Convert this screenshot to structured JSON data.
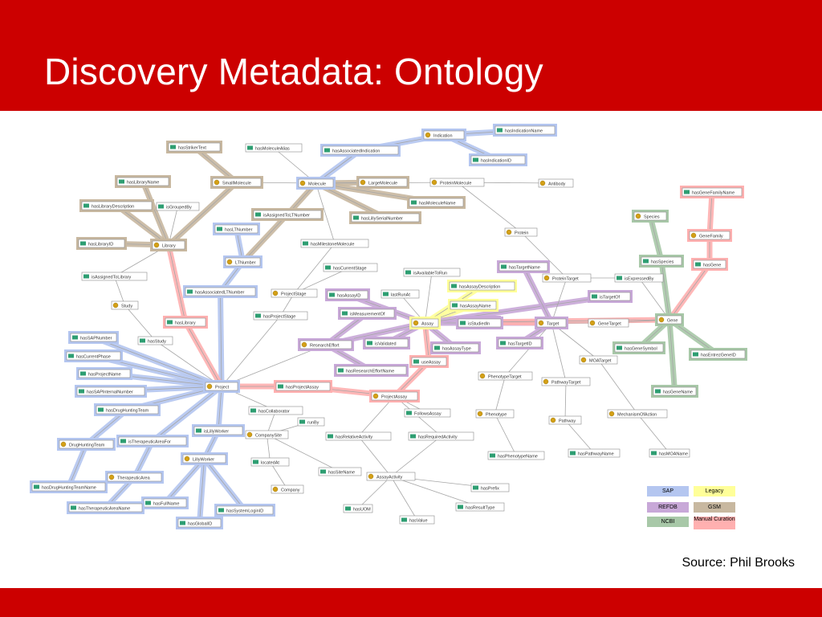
{
  "slide": {
    "title": "Discovery Metadata: Ontology",
    "source": "Source: Phil Brooks"
  },
  "colors": {
    "header": "#cc0000",
    "sap": "#b4c6f0",
    "legacy": "#ffff99",
    "refdb": "#c8a8d8",
    "gsm": "#c8b8a0",
    "ncbi": "#a8c8a8",
    "manual": "#ffb0b0"
  },
  "legend": [
    {
      "label": "SAP",
      "color": "#b4c6f0"
    },
    {
      "label": "Legacy",
      "color": "#ffff99"
    },
    {
      "label": "REFDB",
      "color": "#c8a8d8"
    },
    {
      "label": "GSM",
      "color": "#c8b8a0"
    },
    {
      "label": "NCBI",
      "color": "#a8c8a8"
    },
    {
      "label": "Manual Curation",
      "color": "#ffb0b0"
    }
  ],
  "nodes": [
    {
      "id": "hasIndicationName",
      "label": "hasIndicationName",
      "type": "prop",
      "src": "sap"
    },
    {
      "id": "Indication",
      "label": "Indication",
      "type": "class",
      "src": "sap"
    },
    {
      "id": "hasIndicationID",
      "label": "hasIndicationID",
      "type": "prop",
      "src": "sap"
    },
    {
      "id": "hasAssociatedIndication",
      "label": "hasAssociatedIndication",
      "type": "prop",
      "src": "sap"
    },
    {
      "id": "hasMoleculeAlias",
      "label": "hasMoleculeAlias",
      "type": "prop",
      "src": ""
    },
    {
      "id": "hasStrikerText",
      "label": "hasStrikerText",
      "type": "prop",
      "src": "gsm"
    },
    {
      "id": "SmallMolecule",
      "label": "SmallMolecule",
      "type": "class",
      "src": "gsm"
    },
    {
      "id": "Molecule",
      "label": "Molecule",
      "type": "class",
      "src": "sap"
    },
    {
      "id": "LargeMolecule",
      "label": "LargeMolecule",
      "type": "class",
      "src": "gsm"
    },
    {
      "id": "ProteinMolecule",
      "label": "ProteinMolecule",
      "type": "class",
      "src": ""
    },
    {
      "id": "Antibody",
      "label": "Antibody",
      "type": "class",
      "src": ""
    },
    {
      "id": "hasMoleculeName",
      "label": "hasMoleculeName",
      "type": "prop",
      "src": "gsm"
    },
    {
      "id": "hasLibraryName",
      "label": "hasLibraryName",
      "type": "prop",
      "src": "gsm"
    },
    {
      "id": "hasLibraryDescription",
      "label": "hasLibraryDescription",
      "type": "prop",
      "src": "gsm"
    },
    {
      "id": "isGroupedBy",
      "label": "isGroupedBy",
      "type": "prop",
      "src": ""
    },
    {
      "id": "isAssignedToLTNumber",
      "label": "isAssignedToLTNumber",
      "type": "prop",
      "src": "gsm"
    },
    {
      "id": "hasLillySerialNumber",
      "label": "hasLillySerialNumber",
      "type": "prop",
      "src": "gsm"
    },
    {
      "id": "hasLibraryID",
      "label": "hasLibraryID",
      "type": "prop",
      "src": "gsm"
    },
    {
      "id": "Library",
      "label": "Library",
      "type": "class",
      "src": "gsm"
    },
    {
      "id": "hasLTNumber",
      "label": "hasLTNumber",
      "type": "prop",
      "src": "sap"
    },
    {
      "id": "LTNumber",
      "label": "LTNumber",
      "type": "class",
      "src": "sap"
    },
    {
      "id": "hasMilestoneMolecule",
      "label": "hasMilestoneMolecule",
      "type": "prop",
      "src": ""
    },
    {
      "id": "Protein",
      "label": "Protein",
      "type": "class",
      "src": ""
    },
    {
      "id": "hasGeneFamilyName",
      "label": "hasGeneFamilyName",
      "type": "prop",
      "src": "manual"
    },
    {
      "id": "Species",
      "label": "Species",
      "type": "class",
      "src": "ncbi"
    },
    {
      "id": "GeneFamily",
      "label": "GeneFamily",
      "type": "class",
      "src": "manual"
    },
    {
      "id": "hasSpecies",
      "label": "hasSpecies",
      "type": "prop",
      "src": "ncbi"
    },
    {
      "id": "hasGene",
      "label": "hasGene",
      "type": "prop",
      "src": "manual"
    },
    {
      "id": "isAssignedToLibrary",
      "label": "isAssignedToLibrary",
      "type": "prop",
      "src": ""
    },
    {
      "id": "hasCurrentStage",
      "label": "hasCurrentStage",
      "type": "prop",
      "src": ""
    },
    {
      "id": "isAvailableToRun",
      "label": "isAvailableToRun",
      "type": "prop",
      "src": ""
    },
    {
      "id": "hasTargetName",
      "label": "hasTargetName",
      "type": "prop",
      "src": "refdb"
    },
    {
      "id": "ProteinTarget",
      "label": "ProteinTarget",
      "type": "class",
      "src": ""
    },
    {
      "id": "isExpressedBy",
      "label": "isExpressedBy",
      "type": "prop",
      "src": ""
    },
    {
      "id": "ProjectStage",
      "label": "ProjectStage",
      "type": "class",
      "src": ""
    },
    {
      "id": "hasAssociatedLTNumber",
      "label": "hasAssociatedLTNumber",
      "type": "prop",
      "src": "sap"
    },
    {
      "id": "hasAssayDescription",
      "label": "hasAssayDescription",
      "type": "prop",
      "src": "legacy"
    },
    {
      "id": "Study",
      "label": "Study",
      "type": "class",
      "src": ""
    },
    {
      "id": "hasAssayID",
      "label": "hasAssayID",
      "type": "prop",
      "src": "refdb"
    },
    {
      "id": "lastRunAt",
      "label": "lastRunAt",
      "type": "prop",
      "src": ""
    },
    {
      "id": "hasAssayName",
      "label": "hasAssayName",
      "type": "prop",
      "src": "legacy"
    },
    {
      "id": "isTargetOf",
      "label": "isTargetOf",
      "type": "prop",
      "src": "refdb"
    },
    {
      "id": "hasProjectStage",
      "label": "hasProjectStage",
      "type": "prop",
      "src": ""
    },
    {
      "id": "isUsedBy",
      "label": "isUsedBy",
      "type": "prop",
      "src": "refdb"
    },
    {
      "id": "isMeasurementOf",
      "label": "isMeasurementOf",
      "type": "prop",
      "src": "refdb"
    },
    {
      "id": "Assay",
      "label": "Assay",
      "type": "class",
      "src": "legacy"
    },
    {
      "id": "isStudiedIn",
      "label": "isStudiedIn",
      "type": "prop",
      "src": "refdb"
    },
    {
      "id": "Target",
      "label": "Target",
      "type": "class",
      "src": "refdb"
    },
    {
      "id": "GeneTarget",
      "label": "GeneTarget",
      "type": "class",
      "src": ""
    },
    {
      "id": "Gene",
      "label": "Gene",
      "type": "class",
      "src": "ncbi"
    },
    {
      "id": "hasLibrary",
      "label": "hasLibrary",
      "type": "prop",
      "src": "manual"
    },
    {
      "id": "hasSAPNumber",
      "label": "hasSAPNumber",
      "type": "prop",
      "src": "sap"
    },
    {
      "id": "hasStudy",
      "label": "hasStudy",
      "type": "prop",
      "src": ""
    },
    {
      "id": "ResearchEffort",
      "label": "ResearchEffort",
      "type": "class",
      "src": "refdb"
    },
    {
      "id": "isValidated",
      "label": "isValidated",
      "type": "prop",
      "src": "refdb"
    },
    {
      "id": "hasAssayType",
      "label": "hasAssayType",
      "type": "prop",
      "src": "refdb"
    },
    {
      "id": "hasTargetID",
      "label": "hasTargetID",
      "type": "prop",
      "src": "refdb"
    },
    {
      "id": "hasGeneSymbol",
      "label": "hasGeneSymbol",
      "type": "prop",
      "src": "ncbi"
    },
    {
      "id": "hasEntrezGeneID",
      "label": "hasEntrezGeneID",
      "type": "prop",
      "src": "ncbi"
    },
    {
      "id": "hasCurrentPhase",
      "label": "hasCurrentPhase",
      "type": "prop",
      "src": "sap"
    },
    {
      "id": "useAssay",
      "label": "useAssay",
      "type": "prop",
      "src": "manual"
    },
    {
      "id": "MOATarget",
      "label": "MOATarget",
      "type": "class",
      "src": ""
    },
    {
      "id": "hasResearchEffortName",
      "label": "hasResearchEffortName",
      "type": "prop",
      "src": "refdb"
    },
    {
      "id": "hasProjectName",
      "label": "hasProjectName",
      "type": "prop",
      "src": "sap"
    },
    {
      "id": "PhenotypeTarget",
      "label": "PhenotypeTarget",
      "type": "class",
      "src": ""
    },
    {
      "id": "PathwayTarget",
      "label": "PathwayTarget",
      "type": "class",
      "src": ""
    },
    {
      "id": "hasSAPInternalNumber",
      "label": "hasSAPInternalNumber",
      "type": "prop",
      "src": "sap"
    },
    {
      "id": "Project",
      "label": "Project",
      "type": "class",
      "src": "sap"
    },
    {
      "id": "hasProjectAssay",
      "label": "hasProjectAssay",
      "type": "prop",
      "src": "manual"
    },
    {
      "id": "ProjectAssay",
      "label": "ProjectAssay",
      "type": "class",
      "src": "manual"
    },
    {
      "id": "hasGeneName",
      "label": "hasGeneName",
      "type": "prop",
      "src": "ncbi"
    },
    {
      "id": "hasDrugHuntingTeam",
      "label": "hasDrugHuntingTeam",
      "type": "prop",
      "src": "sap"
    },
    {
      "id": "hasCollaborator",
      "label": "hasCollaborator",
      "type": "prop",
      "src": ""
    },
    {
      "id": "FollowsAssay",
      "label": "FollowsAssay",
      "type": "prop",
      "src": ""
    },
    {
      "id": "Phenotype",
      "label": "Phenotype",
      "type": "class",
      "src": ""
    },
    {
      "id": "MechanismOfAction",
      "label": "MechanismOfAction",
      "type": "class",
      "src": ""
    },
    {
      "id": "runBy",
      "label": "runBy",
      "type": "prop",
      "src": ""
    },
    {
      "id": "Pathway",
      "label": "Pathway",
      "type": "class",
      "src": ""
    },
    {
      "id": "isLillyWorker",
      "label": "isLillyWorker",
      "type": "prop",
      "src": "sap"
    },
    {
      "id": "CompanySite",
      "label": "CompanySite",
      "type": "class",
      "src": ""
    },
    {
      "id": "hasRelativeActivity",
      "label": "hasRelativeActivity",
      "type": "prop",
      "src": ""
    },
    {
      "id": "hasRequiredActivity",
      "label": "hasRequiredActivity",
      "type": "prop",
      "src": ""
    },
    {
      "id": "DrugHuntingTeam",
      "label": "DrugHuntingTeam",
      "type": "class",
      "src": "sap"
    },
    {
      "id": "isTherapeuticAreaFor",
      "label": "isTherapeuticAreaFor",
      "type": "prop",
      "src": "sap"
    },
    {
      "id": "locatedAt",
      "label": "locatedAt",
      "type": "prop",
      "src": ""
    },
    {
      "id": "hasPhenotypeName",
      "label": "hasPhenotypeName",
      "type": "prop",
      "src": ""
    },
    {
      "id": "hasPathwayName",
      "label": "hasPathwayName",
      "type": "prop",
      "src": ""
    },
    {
      "id": "hasMOAName",
      "label": "hasMOAName",
      "type": "prop",
      "src": ""
    },
    {
      "id": "LillyWorker",
      "label": "LillyWorker",
      "type": "class",
      "src": "sap"
    },
    {
      "id": "hasSiteName",
      "label": "hasSiteName",
      "type": "prop",
      "src": ""
    },
    {
      "id": "TherapeuticArea",
      "label": "TherapeuticArea",
      "type": "class",
      "src": "sap"
    },
    {
      "id": "AssayActivity",
      "label": "AssayActivity",
      "type": "class",
      "src": ""
    },
    {
      "id": "hasDrugHuntingTeamName",
      "label": "hasDrugHuntingTeamName",
      "type": "prop",
      "src": "sap"
    },
    {
      "id": "Company",
      "label": "Company",
      "type": "class",
      "src": ""
    },
    {
      "id": "hasPrefix",
      "label": "hasPrefix",
      "type": "prop",
      "src": ""
    },
    {
      "id": "hasFullName",
      "label": "hasFullName",
      "type": "prop",
      "src": "sap"
    },
    {
      "id": "hasTherapeuticAreaName",
      "label": "hasTherapeuticAreaName",
      "type": "prop",
      "src": "sap"
    },
    {
      "id": "hasSystemLoginID",
      "label": "hasSystemLoginID",
      "type": "prop",
      "src": "sap"
    },
    {
      "id": "hasUOM",
      "label": "hasUOM",
      "type": "prop",
      "src": ""
    },
    {
      "id": "hasResultType",
      "label": "hasResultType",
      "type": "prop",
      "src": ""
    },
    {
      "id": "hasValue",
      "label": "hasValue",
      "type": "prop",
      "src": ""
    },
    {
      "id": "hasGlobalID",
      "label": "hasGlobalID",
      "type": "prop",
      "src": "sap"
    }
  ],
  "edges": [
    [
      "Indication",
      "hasIndicationName",
      "sap"
    ],
    [
      "Indication",
      "hasIndicationID",
      "sap"
    ],
    [
      "Indication",
      "hasAssociatedIndication",
      "sap"
    ],
    [
      "hasAssociatedIndication",
      "Molecule",
      "sap"
    ],
    [
      "Molecule",
      "hasMoleculeAlias",
      ""
    ],
    [
      "Molecule",
      "SmallMolecule",
      ""
    ],
    [
      "Molecule",
      "LargeMolecule",
      "gsm"
    ],
    [
      "Molecule",
      "ProteinMolecule",
      ""
    ],
    [
      "ProteinMolecule",
      "Antibody",
      ""
    ],
    [
      "Molecule",
      "hasMoleculeName",
      "gsm"
    ],
    [
      "Molecule",
      "hasLillySerialNumber",
      "gsm"
    ],
    [
      "Molecule",
      "isAssignedToLTNumber",
      "gsm"
    ],
    [
      "SmallMolecule",
      "hasStrikerText",
      "gsm"
    ],
    [
      "SmallMolecule",
      "Library",
      "gsm"
    ],
    [
      "Library",
      "hasLibraryName",
      "gsm"
    ],
    [
      "Library",
      "hasLibraryDescription",
      "gsm"
    ],
    [
      "Library",
      "isGroupedBy",
      ""
    ],
    [
      "Library",
      "hasLibraryID",
      "gsm"
    ],
    [
      "isAssignedToLTNumber",
      "LTNumber",
      "gsm"
    ],
    [
      "Molecule",
      "hasMilestoneMolecule",
      ""
    ],
    [
      "hasMilestoneMolecule",
      "ProjectStage",
      ""
    ],
    [
      "ProteinMolecule",
      "Protein",
      ""
    ],
    [
      "Protein",
      "ProteinTarget",
      ""
    ],
    [
      "LTNumber",
      "hasLTNumber",
      "sap"
    ],
    [
      "LTNumber",
      "hasAssociatedLTNumber",
      "sap"
    ],
    [
      "hasAssociatedLTNumber",
      "Project",
      "sap"
    ],
    [
      "Library",
      "isAssignedToLibrary",
      ""
    ],
    [
      "isAssignedToLibrary",
      "Study",
      ""
    ],
    [
      "Library",
      "hasLibrary",
      "manual"
    ],
    [
      "hasLibrary",
      "Project",
      "manual"
    ],
    [
      "ProjectStage",
      "hasCurrentStage",
      ""
    ],
    [
      "ProjectStage",
      "hasProjectStage",
      ""
    ],
    [
      "hasProjectStage",
      "Project",
      ""
    ],
    [
      "Study",
      "hasStudy",
      ""
    ],
    [
      "hasStudy",
      "Project",
      ""
    ],
    [
      "Project",
      "hasSAPNumber",
      "sap"
    ],
    [
      "Project",
      "hasCurrentPhase",
      "sap"
    ],
    [
      "Project",
      "hasProjectName",
      "sap"
    ],
    [
      "Project",
      "hasSAPInternalNumber",
      "sap"
    ],
    [
      "Project",
      "hasDrugHuntingTeam",
      "sap"
    ],
    [
      "hasDrugHuntingTeam",
      "DrugHuntingTeam",
      "sap"
    ],
    [
      "DrugHuntingTeam",
      "hasDrugHuntingTeamName",
      "sap"
    ],
    [
      "Project",
      "isTherapeuticAreaFor",
      "sap"
    ],
    [
      "isTherapeuticAreaFor",
      "TherapeuticArea",
      "sap"
    ],
    [
      "TherapeuticArea",
      "hasTherapeuticAreaName",
      "sap"
    ],
    [
      "Project",
      "isLillyWorker",
      "sap"
    ],
    [
      "isLillyWorker",
      "LillyWorker",
      "sap"
    ],
    [
      "LillyWorker",
      "hasFullName",
      "sap"
    ],
    [
      "LillyWorker",
      "hasSystemLoginID",
      "sap"
    ],
    [
      "LillyWorker",
      "hasGlobalID",
      "sap"
    ],
    [
      "Project",
      "hasCollaborator",
      ""
    ],
    [
      "hasCollaborator",
      "CompanySite",
      ""
    ],
    [
      "CompanySite",
      "runBy",
      ""
    ],
    [
      "CompanySite",
      "locatedAt",
      ""
    ],
    [
      "locatedAt",
      "Company",
      ""
    ],
    [
      "CompanySite",
      "hasSiteName",
      ""
    ],
    [
      "Project",
      "hasProjectAssay",
      "manual"
    ],
    [
      "hasProjectAssay",
      "ProjectAssay",
      "manual"
    ],
    [
      "ProjectAssay",
      "useAssay",
      "manual"
    ],
    [
      "useAssay",
      "Assay",
      "manual"
    ],
    [
      "Project",
      "ResearchEffort",
      ""
    ],
    [
      "ResearchEffort",
      "isMeasurementOf",
      "refdb"
    ],
    [
      "ResearchEffort",
      "hasResearchEffortName",
      "refdb"
    ],
    [
      "ResearchEffort",
      "Assay",
      "refdb"
    ],
    [
      "Assay",
      "hasAssayDescription",
      "legacy"
    ],
    [
      "Assay",
      "hasAssayName",
      "legacy"
    ],
    [
      "Assay",
      "isAvailableToRun",
      ""
    ],
    [
      "Assay",
      "lastRunAt",
      ""
    ],
    [
      "Assay",
      "hasAssayID",
      "refdb"
    ],
    [
      "Assay",
      "isValidated",
      "refdb"
    ],
    [
      "Assay",
      "hasAssayType",
      "refdb"
    ],
    [
      "Assay",
      "isStudiedIn",
      "refdb"
    ],
    [
      "isStudiedIn",
      "Target",
      "refdb"
    ],
    [
      "Assay",
      "isTargetOf",
      "refdb"
    ],
    [
      "Target",
      "hasTargetName",
      "refdb"
    ],
    [
      "Target",
      "hasTargetID",
      "refdb"
    ],
    [
      "Target",
      "isUsedBy",
      "manual"
    ],
    [
      "isUsedBy",
      "Gene",
      "manual"
    ],
    [
      "Target",
      "GeneTarget",
      ""
    ],
    [
      "GeneTarget",
      "Gene",
      ""
    ],
    [
      "Target",
      "ProteinTarget",
      ""
    ],
    [
      "ProteinTarget",
      "isExpressedBy",
      ""
    ],
    [
      "isExpressedBy",
      "Gene",
      ""
    ],
    [
      "Target",
      "MOATarget",
      ""
    ],
    [
      "Target",
      "PhenotypeTarget",
      ""
    ],
    [
      "Target",
      "PathwayTarget",
      ""
    ],
    [
      "Gene",
      "hasGene",
      "manual"
    ],
    [
      "hasGene",
      "GeneFamily",
      "manual"
    ],
    [
      "GeneFamily",
      "hasGeneFamilyName",
      "manual"
    ],
    [
      "Gene",
      "hasSpecies",
      "ncbi"
    ],
    [
      "hasSpecies",
      "Species",
      "ncbi"
    ],
    [
      "Gene",
      "hasGeneSymbol",
      "ncbi"
    ],
    [
      "Gene",
      "hasEntrezGeneID",
      "ncbi"
    ],
    [
      "Gene",
      "hasGeneName",
      "ncbi"
    ],
    [
      "ProjectAssay",
      "FollowsAssay",
      ""
    ],
    [
      "ProjectAssay",
      "hasRelativeActivity",
      ""
    ],
    [
      "ProjectAssay",
      "hasRequiredActivity",
      ""
    ],
    [
      "hasRelativeActivity",
      "AssayActivity",
      ""
    ],
    [
      "hasRequiredActivity",
      "AssayActivity",
      ""
    ],
    [
      "AssayActivity",
      "hasPrefix",
      ""
    ],
    [
      "AssayActivity",
      "hasUOM",
      ""
    ],
    [
      "AssayActivity",
      "hasResultType",
      ""
    ],
    [
      "AssayActivity",
      "hasValue",
      ""
    ],
    [
      "PhenotypeTarget",
      "Phenotype",
      ""
    ],
    [
      "Phenotype",
      "hasPhenotypeName",
      ""
    ],
    [
      "PathwayTarget",
      "Pathway",
      ""
    ],
    [
      "Pathway",
      "hasPathwayName",
      ""
    ],
    [
      "MOATarget",
      "MechanismOfAction",
      ""
    ],
    [
      "MechanismOfAction",
      "hasMOAName",
      ""
    ]
  ]
}
